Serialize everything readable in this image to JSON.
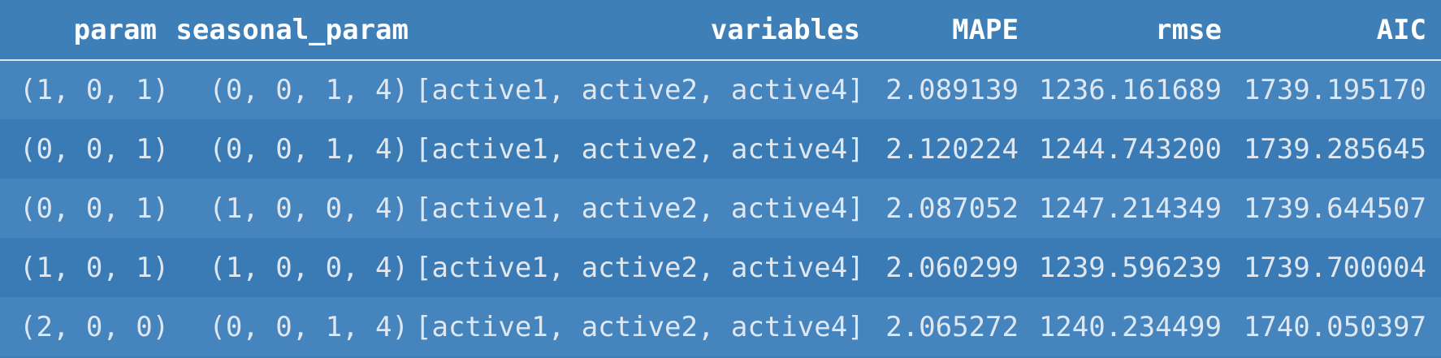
{
  "table": {
    "columns": [
      "param",
      "seasonal_param",
      "variables",
      "MAPE",
      "rmse",
      "AIC"
    ],
    "rows": [
      {
        "param": "(1, 0, 1)",
        "seasonal_param": "(0, 0, 1, 4)",
        "variables": "[active1, active2, active4]",
        "MAPE": "2.089139",
        "rmse": "1236.161689",
        "AIC": "1739.195170"
      },
      {
        "param": "(0, 0, 1)",
        "seasonal_param": "(0, 0, 1, 4)",
        "variables": "[active1, active2, active4]",
        "MAPE": "2.120224",
        "rmse": "1244.743200",
        "AIC": "1739.285645"
      },
      {
        "param": "(0, 0, 1)",
        "seasonal_param": "(1, 0, 0, 4)",
        "variables": "[active1, active2, active4]",
        "MAPE": "2.087052",
        "rmse": "1247.214349",
        "AIC": "1739.644507"
      },
      {
        "param": "(1, 0, 1)",
        "seasonal_param": "(1, 0, 0, 4)",
        "variables": "[active1, active2, active4]",
        "MAPE": "2.060299",
        "rmse": "1239.596239",
        "AIC": "1739.700004"
      },
      {
        "param": "(2, 0, 0)",
        "seasonal_param": "(0, 0, 1, 4)",
        "variables": "[active1, active2, active4]",
        "MAPE": "2.065272",
        "rmse": "1240.234499",
        "AIC": "1740.050397"
      }
    ]
  }
}
